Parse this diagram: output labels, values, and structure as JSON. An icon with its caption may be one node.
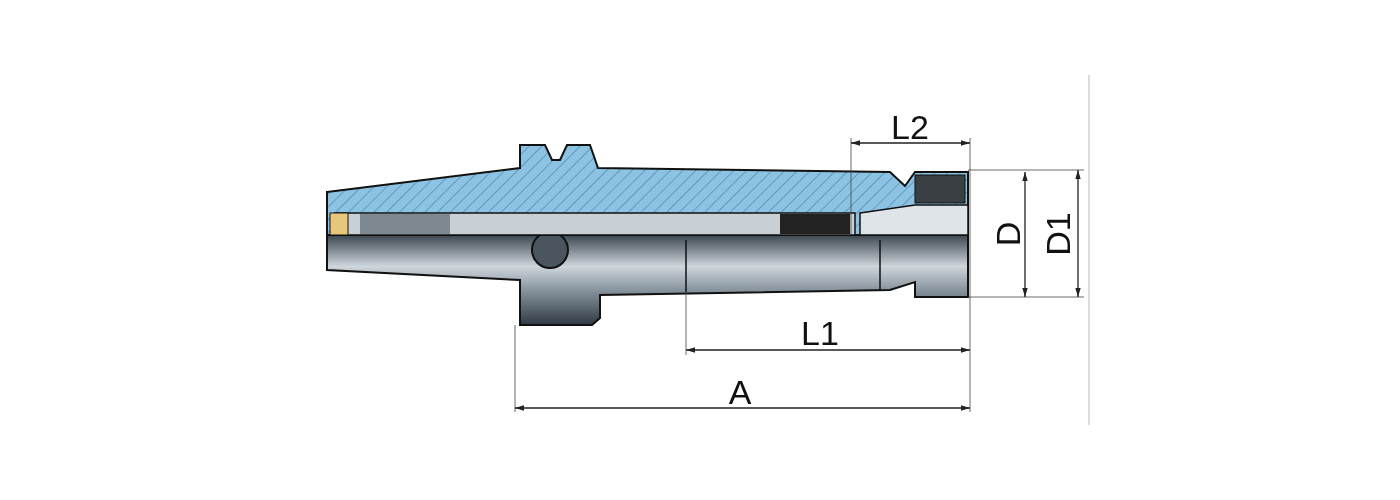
{
  "diagram": {
    "labels": [
      "L2",
      "D",
      "D1",
      "L1",
      "A"
    ]
  }
}
